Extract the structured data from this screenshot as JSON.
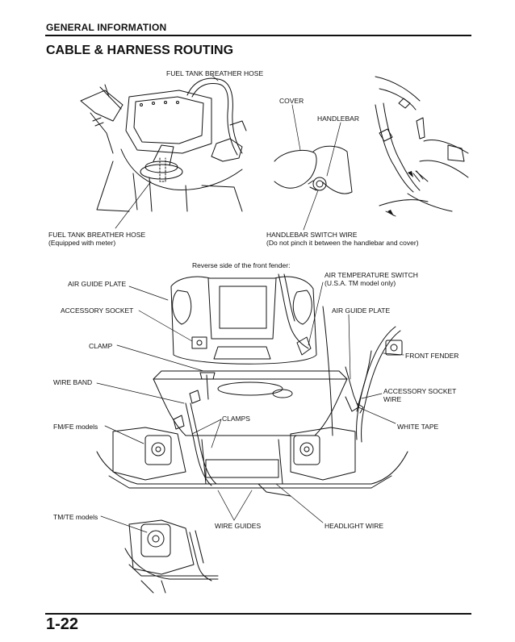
{
  "header": {
    "section": "GENERAL INFORMATION"
  },
  "title": "CABLE & HARNESS ROUTING",
  "labels": {
    "fuel_tank_breather_hose_top": "FUEL TANK BREATHER HOSE",
    "cover": "COVER",
    "handlebar": "HANDLEBAR",
    "fuel_tank_breather_hose_bottom": "FUEL TANK BREATHER HOSE",
    "equipped_with_meter": "(Equipped with meter)",
    "handlebar_switch_wire": "HANDLEBAR SWITCH WIRE",
    "do_not_pinch": "(Do not pinch it between the handlebar and cover)",
    "reverse_side": "Reverse side of the front fender:",
    "air_guide_plate_left": "AIR GUIDE PLATE",
    "air_temperature_switch": "AIR TEMPERATURE SWITCH",
    "usa_tm_only": "(U.S.A. TM model only)",
    "accessory_socket": "ACCESSORY SOCKET",
    "air_guide_plate_right": "AIR GUIDE PLATE",
    "clamp": "CLAMP",
    "front_fender": "FRONT FENDER",
    "wire_band": "WIRE BAND",
    "accessory_socket_wire_1": "ACCESSORY SOCKET",
    "accessory_socket_wire_2": "WIRE",
    "clamps": "CLAMPS",
    "fm_fe_models": "FM/FE models",
    "white_tape": "WHITE TAPE",
    "tm_te_models": "TM/TE models",
    "wire_guides": "WIRE GUIDES",
    "headlight_wire": "HEADLIGHT WIRE"
  },
  "footer": {
    "page_number": "1-22"
  }
}
